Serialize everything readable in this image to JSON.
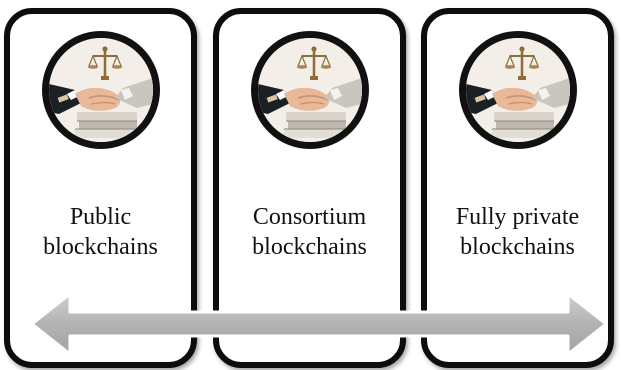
{
  "panels": [
    {
      "line1": "Public",
      "line2": "blockchains",
      "icon": "handshake-icon"
    },
    {
      "line1": "Consortium",
      "line2": "blockchains",
      "icon": "handshake-icon"
    },
    {
      "line1": "Fully private",
      "line2": "blockchains",
      "icon": "handshake-icon"
    }
  ],
  "arrow": {
    "icon": "double-headed-arrow-icon",
    "color": "#b8b8b8"
  },
  "colors": {
    "border": "#0d0d0d",
    "background": "#ffffff",
    "text": "#111111"
  }
}
